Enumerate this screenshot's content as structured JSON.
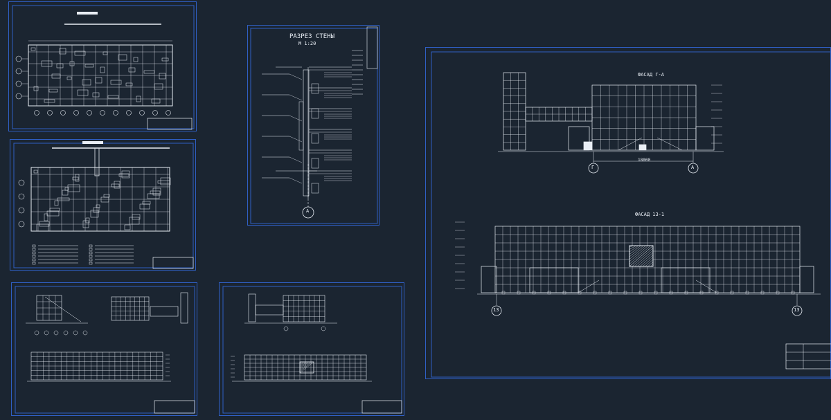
{
  "drawing": {
    "section_sheet": {
      "title": "РАЗРЕЗ СТЕНЫ",
      "scale": "М 1:20",
      "axis_label": "А"
    },
    "facade_a": {
      "title": "ФАСАД Г-А",
      "dimension": "18000",
      "axis_left": "Г",
      "axis_right": "А"
    },
    "facade_b": {
      "title": "ФАСАД 13-1",
      "axis_left": "13",
      "axis_right": "13"
    }
  },
  "colors": {
    "background": "#1b2531",
    "sheet_border": "#2f5fc4",
    "linework": "#e9eef5"
  }
}
